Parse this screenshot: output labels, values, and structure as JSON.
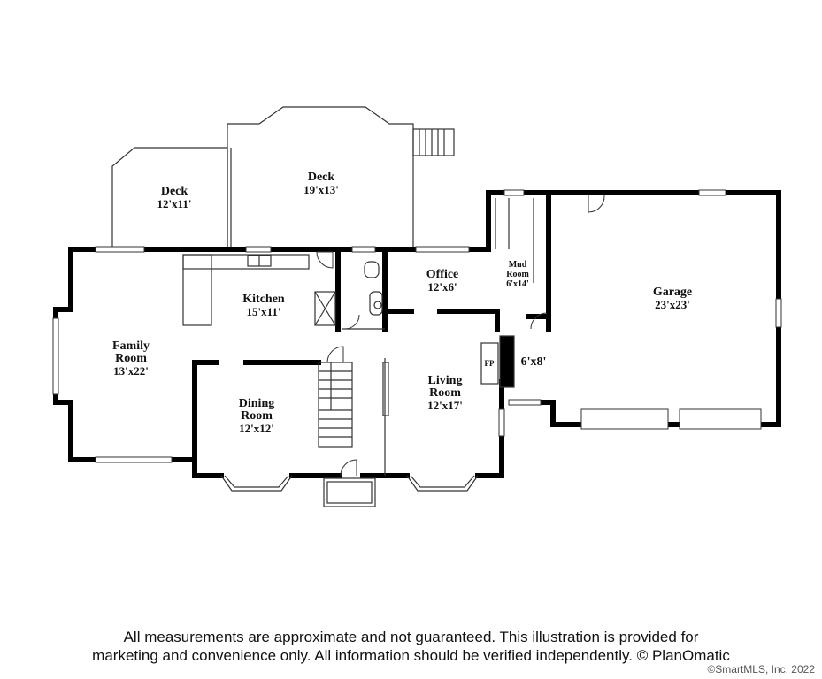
{
  "rooms": {
    "deck_left": {
      "name": "Deck",
      "size": "12'x11'"
    },
    "deck_right": {
      "name": "Deck",
      "size": "19'x13'"
    },
    "kitchen": {
      "name": "Kitchen",
      "size": "15'x11'"
    },
    "office": {
      "name": "Office",
      "size": "12'x6'"
    },
    "mud_room": {
      "name_line1": "Mud",
      "name_line2": "Room",
      "size": "6'x14'"
    },
    "garage": {
      "name": "Garage",
      "size": "23'x23'"
    },
    "family_room": {
      "name_line1": "Family",
      "name_line2": "Room",
      "size": "13'x22'"
    },
    "dining_room": {
      "name_line1": "Dining",
      "name_line2": "Room",
      "size": "12'x12'"
    },
    "living_room": {
      "name_line1": "Living",
      "name_line2": "Room",
      "size": "12'x17'"
    },
    "fireplace": {
      "label": "FP"
    },
    "hearth": {
      "size": "6'x8'"
    }
  },
  "footer": {
    "disclaimer_line1": "All measurements are approximate and not guaranteed. This illustration is provided for",
    "disclaimer_line2": "marketing and convenience only. All information should be verified independently. © PlanOmatic",
    "copyright": "©SmartMLS, Inc.  2022"
  }
}
